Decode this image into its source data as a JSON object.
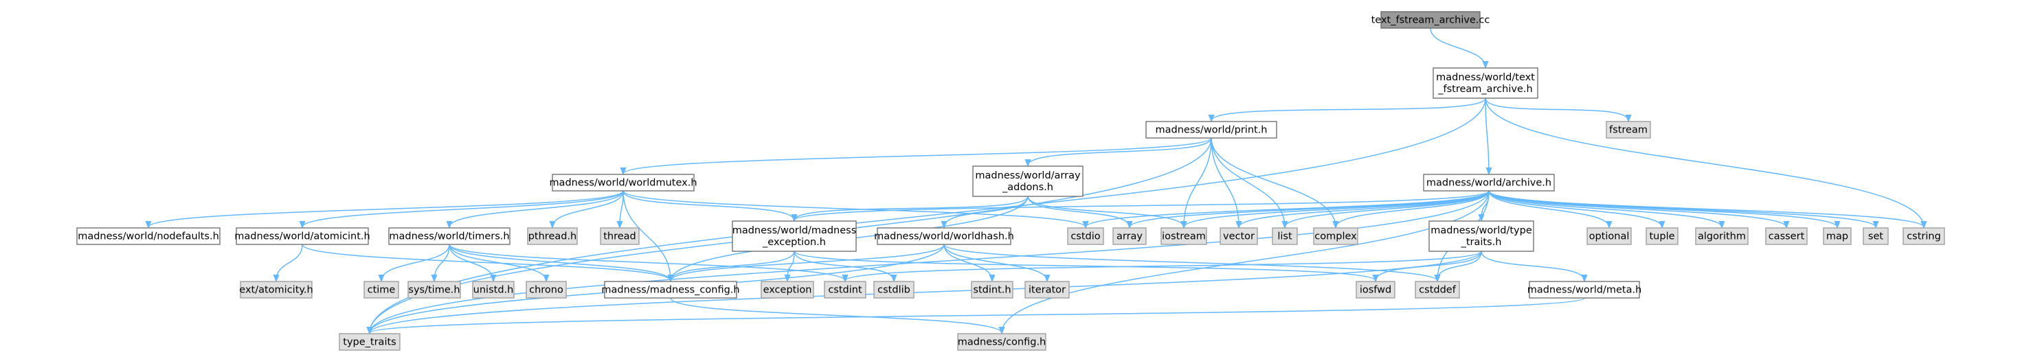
{
  "diagram": {
    "type": "include-dependency-graph",
    "colors": {
      "edge": "#63b8ff",
      "main_fill": "#999999",
      "local_fill": "#ffffff",
      "system_fill": "#e0e0e0",
      "border": "#666666"
    },
    "nodes": [
      {
        "id": "root",
        "kind": "main",
        "lines": [
          "text_fstream_archive.cc"
        ]
      },
      {
        "id": "tfa",
        "kind": "local",
        "lines": [
          "madness/world/text",
          "_fstream_archive.h"
        ]
      },
      {
        "id": "fstream",
        "kind": "sys",
        "lines": [
          "fstream"
        ]
      },
      {
        "id": "print",
        "kind": "local",
        "lines": [
          "madness/world/print.h"
        ]
      },
      {
        "id": "archive",
        "kind": "local",
        "lines": [
          "madness/world/archive.h"
        ]
      },
      {
        "id": "worldmutex",
        "kind": "local",
        "lines": [
          "madness/world/worldmutex.h"
        ]
      },
      {
        "id": "array_addons",
        "kind": "local",
        "lines": [
          "madness/world/array",
          "_addons.h"
        ]
      },
      {
        "id": "nodefaults",
        "kind": "local",
        "lines": [
          "madness/world/nodefaults.h"
        ]
      },
      {
        "id": "atomicint",
        "kind": "local",
        "lines": [
          "madness/world/atomicint.h"
        ]
      },
      {
        "id": "timers",
        "kind": "local",
        "lines": [
          "madness/world/timers.h"
        ]
      },
      {
        "id": "pthread",
        "kind": "sys",
        "lines": [
          "pthread.h"
        ]
      },
      {
        "id": "thread",
        "kind": "sys",
        "lines": [
          "thread"
        ]
      },
      {
        "id": "madness_exception",
        "kind": "local",
        "lines": [
          "madness/world/madness",
          "_exception.h"
        ]
      },
      {
        "id": "worldhash",
        "kind": "local",
        "lines": [
          "madness/world/worldhash.h"
        ]
      },
      {
        "id": "cstdio",
        "kind": "sys",
        "lines": [
          "cstdio"
        ]
      },
      {
        "id": "array",
        "kind": "sys",
        "lines": [
          "array"
        ]
      },
      {
        "id": "iostream",
        "kind": "sys",
        "lines": [
          "iostream"
        ]
      },
      {
        "id": "vector",
        "kind": "sys",
        "lines": [
          "vector"
        ]
      },
      {
        "id": "list",
        "kind": "sys",
        "lines": [
          "list"
        ]
      },
      {
        "id": "complex",
        "kind": "sys",
        "lines": [
          "complex"
        ]
      },
      {
        "id": "type_traits_h",
        "kind": "local",
        "lines": [
          "madness/world/type",
          "_traits.h"
        ]
      },
      {
        "id": "optional",
        "kind": "sys",
        "lines": [
          "optional"
        ]
      },
      {
        "id": "tuple",
        "kind": "sys",
        "lines": [
          "tuple"
        ]
      },
      {
        "id": "algorithm",
        "kind": "sys",
        "lines": [
          "algorithm"
        ]
      },
      {
        "id": "cassert",
        "kind": "sys",
        "lines": [
          "cassert"
        ]
      },
      {
        "id": "map",
        "kind": "sys",
        "lines": [
          "map"
        ]
      },
      {
        "id": "set",
        "kind": "sys",
        "lines": [
          "set"
        ]
      },
      {
        "id": "cstring",
        "kind": "sys",
        "lines": [
          "cstring"
        ]
      },
      {
        "id": "ext_atomicity",
        "kind": "sys",
        "lines": [
          "ext/atomicity.h"
        ]
      },
      {
        "id": "ctime",
        "kind": "sys",
        "lines": [
          "ctime"
        ]
      },
      {
        "id": "sys_time",
        "kind": "sys",
        "lines": [
          "sys/time.h"
        ]
      },
      {
        "id": "unistd",
        "kind": "sys",
        "lines": [
          "unistd.h"
        ]
      },
      {
        "id": "chrono",
        "kind": "sys",
        "lines": [
          "chrono"
        ]
      },
      {
        "id": "madness_config",
        "kind": "local",
        "lines": [
          "madness/madness_config.h"
        ]
      },
      {
        "id": "exception",
        "kind": "sys",
        "lines": [
          "exception"
        ]
      },
      {
        "id": "cstdint",
        "kind": "sys",
        "lines": [
          "cstdint"
        ]
      },
      {
        "id": "cstdlib",
        "kind": "sys",
        "lines": [
          "cstdlib"
        ]
      },
      {
        "id": "stdint",
        "kind": "sys",
        "lines": [
          "stdint.h"
        ]
      },
      {
        "id": "iterator",
        "kind": "sys",
        "lines": [
          "iterator"
        ]
      },
      {
        "id": "iosfwd",
        "kind": "sys",
        "lines": [
          "iosfwd"
        ]
      },
      {
        "id": "cstddef",
        "kind": "sys",
        "lines": [
          "cstddef"
        ]
      },
      {
        "id": "meta",
        "kind": "local",
        "lines": [
          "madness/world/meta.h"
        ]
      },
      {
        "id": "type_traits",
        "kind": "sys",
        "lines": [
          "type_traits"
        ]
      },
      {
        "id": "config",
        "kind": "sys",
        "lines": [
          "madness/config.h"
        ]
      }
    ],
    "edges": [
      [
        "root",
        "tfa"
      ],
      [
        "tfa",
        "fstream"
      ],
      [
        "tfa",
        "print"
      ],
      [
        "tfa",
        "archive"
      ],
      [
        "tfa",
        "cstring"
      ],
      [
        "tfa",
        "type_traits"
      ],
      [
        "print",
        "worldmutex"
      ],
      [
        "print",
        "array_addons"
      ],
      [
        "print",
        "iostream"
      ],
      [
        "print",
        "vector"
      ],
      [
        "print",
        "list"
      ],
      [
        "print",
        "complex"
      ],
      [
        "print",
        "type_traits"
      ],
      [
        "archive",
        "cstdio"
      ],
      [
        "archive",
        "array"
      ],
      [
        "archive",
        "iostream"
      ],
      [
        "archive",
        "vector"
      ],
      [
        "archive",
        "list"
      ],
      [
        "archive",
        "complex"
      ],
      [
        "archive",
        "type_traits_h"
      ],
      [
        "archive",
        "optional"
      ],
      [
        "archive",
        "tuple"
      ],
      [
        "archive",
        "algorithm"
      ],
      [
        "archive",
        "cassert"
      ],
      [
        "archive",
        "map"
      ],
      [
        "archive",
        "set"
      ],
      [
        "archive",
        "cstring"
      ],
      [
        "archive",
        "madness_exception"
      ],
      [
        "archive",
        "cstddef"
      ],
      [
        "archive",
        "type_traits"
      ],
      [
        "archive",
        "config"
      ],
      [
        "worldmutex",
        "nodefaults"
      ],
      [
        "worldmutex",
        "atomicint"
      ],
      [
        "worldmutex",
        "timers"
      ],
      [
        "worldmutex",
        "pthread"
      ],
      [
        "worldmutex",
        "thread"
      ],
      [
        "worldmutex",
        "madness_exception"
      ],
      [
        "worldmutex",
        "madness_config"
      ],
      [
        "worldmutex",
        "cstdio"
      ],
      [
        "array_addons",
        "array"
      ],
      [
        "array_addons",
        "iostream"
      ],
      [
        "array_addons",
        "madness_exception"
      ],
      [
        "array_addons",
        "worldhash"
      ],
      [
        "array_addons",
        "madness_config"
      ],
      [
        "atomicint",
        "ext_atomicity"
      ],
      [
        "atomicint",
        "madness_config"
      ],
      [
        "timers",
        "ctime"
      ],
      [
        "timers",
        "sys_time"
      ],
      [
        "timers",
        "unistd"
      ],
      [
        "timers",
        "chrono"
      ],
      [
        "timers",
        "madness_config"
      ],
      [
        "timers",
        "cstdint"
      ],
      [
        "madness_exception",
        "madness_config"
      ],
      [
        "madness_exception",
        "exception"
      ],
      [
        "madness_exception",
        "cstdlib"
      ],
      [
        "madness_exception",
        "iosfwd"
      ],
      [
        "worldhash",
        "madness_config"
      ],
      [
        "worldhash",
        "stdint"
      ],
      [
        "worldhash",
        "iterator"
      ],
      [
        "worldhash",
        "cstddef"
      ],
      [
        "worldhash",
        "type_traits"
      ],
      [
        "type_traits_h",
        "iosfwd"
      ],
      [
        "type_traits_h",
        "cstddef"
      ],
      [
        "type_traits_h",
        "meta"
      ],
      [
        "type_traits_h",
        "type_traits"
      ],
      [
        "type_traits_h",
        "cstdint"
      ],
      [
        "meta",
        "type_traits"
      ],
      [
        "madness_config",
        "config"
      ]
    ]
  }
}
